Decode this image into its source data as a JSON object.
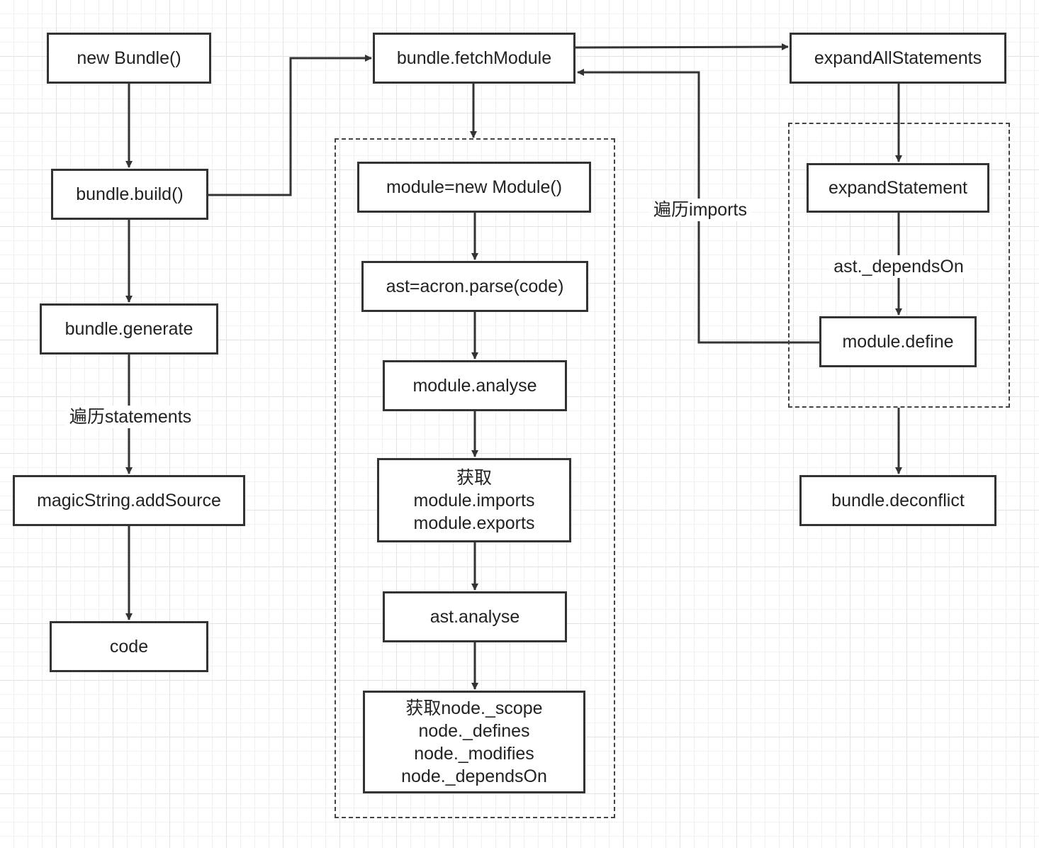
{
  "nodes": {
    "new_bundle": "new Bundle()",
    "bundle_build": "bundle.build()",
    "bundle_generate": "bundle.generate",
    "magicstring_addsource": "magicString.addSource",
    "code": "code",
    "bundle_fetchmodule": "bundle.fetchModule",
    "module_new": "module=new Module()",
    "ast_parse": "ast=acron.parse(code)",
    "module_analyse": "module.analyse",
    "get_imports_exports": [
      "获取",
      "module.imports",
      "module.exports"
    ],
    "ast_analyse": "ast.analyse",
    "get_node_props": [
      "获取node._scope",
      "node._defines",
      "node._modifies",
      "node._dependsOn"
    ],
    "expand_all_statements": "expandAllStatements",
    "expand_statement": "expandStatement",
    "module_define": "module.define",
    "bundle_deconflict": "bundle.deconflict"
  },
  "edge_labels": {
    "traverse_statements": "遍历statements",
    "traverse_imports": "遍历imports",
    "ast_depends_on": "ast._dependsOn"
  },
  "colors": {
    "stroke": "#333333",
    "text": "#222222",
    "grid": "#e2e2e2"
  }
}
